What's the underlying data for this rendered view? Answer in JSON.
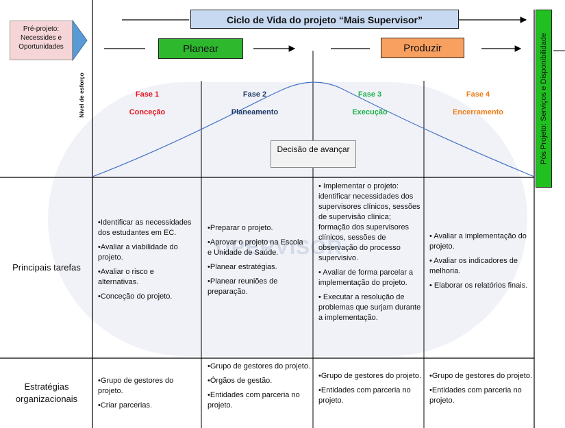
{
  "header": {
    "title": "Ciclo de Vida do projeto “Mais Supervisor”",
    "pre_projeto": "Pré-projeto: Necessides e Oportunidades",
    "planear": "Planear",
    "produzir": "Produzir",
    "pos_projeto": "Pós Projeto: Serviços e Disponibilidade",
    "nivel_esforco": "Nível de esforço"
  },
  "phases": [
    {
      "num": "Fase 1",
      "name": "Conceção",
      "color": "#e8141e"
    },
    {
      "num": "Fase 2",
      "name": "Planeamento",
      "color": "#1f3864"
    },
    {
      "num": "Fase 3",
      "name": "Execução",
      "color": "#1fb24a"
    },
    {
      "num": "Fase 4",
      "name": "Encerramento",
      "color": "#ee7d1a"
    }
  ],
  "decisao": "Decisão de avançar",
  "watermark": "UPERVISOR",
  "rows": {
    "tarefas": {
      "label": "Principais tarefas",
      "cells": [
        [
          "•Identificar as necessidades dos estudantes em EC.",
          "•Avaliar a viabilidade do projeto.",
          "•Avaliar o risco e alternativas.",
          "•Conceção do projeto."
        ],
        [
          "•Preparar o projeto.",
          "•Aprovar o projeto na Escola e Unidade de Saúde.",
          "•Planear estratégias.",
          "•Planear reuniões de preparação."
        ],
        [
          "• Implementar o projeto: identificar necessidades dos supervisores clínicos, sessões de supervisão clínica; formação dos supervisores clínicos, sessões de observação do processo supervisivo.",
          "• Avaliar de forma parcelar a implementação do projeto.",
          "• Executar a resolução de problemas que surjam durante a implementação."
        ],
        [
          "• Avaliar a implementação do projeto.",
          "• Avaliar os indicadores de melhoria.",
          "• Elaborar os relatórios finais."
        ]
      ]
    },
    "estrategias": {
      "label": "Estratégias organizacionais",
      "cells": [
        [
          "•Grupo de gestores do projeto.",
          "•Criar parcerias."
        ],
        [
          "•Grupo de gestores do projeto.",
          "•Órgãos de gestão.",
          "•Entidades com parceria no projeto."
        ],
        [
          "•Grupo de gestores do projeto.",
          "•Entidades com parceria no projeto."
        ],
        [
          "•Grupo de gestores do projeto.",
          "•Entidades com parceria no projeto."
        ]
      ]
    }
  }
}
